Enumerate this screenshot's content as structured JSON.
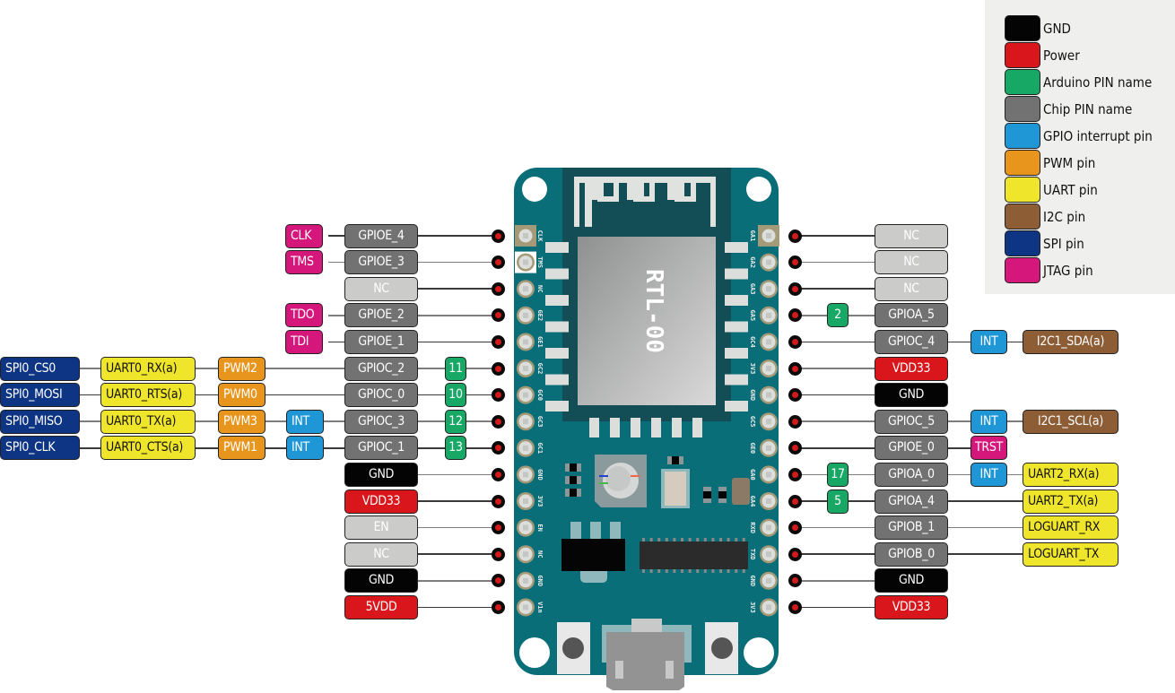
{
  "legend": [
    {
      "label": "GND",
      "color": "#050404"
    },
    {
      "label": "Power",
      "color": "#d9161b"
    },
    {
      "label": "Arduino PIN name",
      "color": "#18a866"
    },
    {
      "label": "Chip PIN name",
      "color": "#727272"
    },
    {
      "label": "GPIO interrupt pin",
      "color": "#1f96d5"
    },
    {
      "label": "PWM pin",
      "color": "#e8951e"
    },
    {
      "label": "UART pin",
      "color": "#efe52a"
    },
    {
      "label": "I2C pin",
      "color": "#8d5e36"
    },
    {
      "label": "SPI pin",
      "color": "#0d3584"
    },
    {
      "label": "JTAG pin",
      "color": "#d5177b"
    }
  ],
  "board": {
    "module_label": "RTL-00",
    "left_silk": [
      "CLK",
      "TMS",
      "NC",
      "GE2",
      "GE1",
      "GC2",
      "GC0",
      "GC3",
      "GC1",
      "GND",
      "3V3",
      "EN",
      "NC",
      "GND",
      "V1n"
    ],
    "right_silk": [
      "GA1",
      "GA2",
      "GA3",
      "GA5",
      "GC4",
      "3V3",
      "GND",
      "GC5",
      "GE0",
      "GA0",
      "GA4",
      "RXD",
      "TXD",
      "GND",
      "3V3"
    ]
  },
  "left_pins": [
    {
      "chip": "GPIOE_4",
      "chip_type": "chip",
      "jtag": "CLK"
    },
    {
      "chip": "GPIOE_3",
      "chip_type": "chip",
      "jtag": "TMS"
    },
    {
      "chip": "NC",
      "chip_type": "nc"
    },
    {
      "chip": "GPIOE_2",
      "chip_type": "chip",
      "jtag": "TDO"
    },
    {
      "chip": "GPIOE_1",
      "chip_type": "chip",
      "jtag": "TDI"
    },
    {
      "chip": "GPIOC_2",
      "chip_type": "chip",
      "arduino": "11",
      "pwm": "PWM2",
      "uart": "UART0_RX(a)",
      "spi": "SPI0_CS0"
    },
    {
      "chip": "GPIOC_0",
      "chip_type": "chip",
      "arduino": "10",
      "pwm": "PWM0",
      "uart": "UART0_RTS(a)",
      "spi": "SPI0_MOSI"
    },
    {
      "chip": "GPIOC_3",
      "chip_type": "chip",
      "arduino": "12",
      "int": "INT",
      "pwm": "PWM3",
      "uart": "UART0_TX(a)",
      "spi": "SPI0_MISO"
    },
    {
      "chip": "GPIOC_1",
      "chip_type": "chip",
      "arduino": "13",
      "int": "INT",
      "pwm": "PWM1",
      "uart": "UART0_CTS(a)",
      "spi": "SPI0_CLK"
    },
    {
      "chip": "GND",
      "chip_type": "gnd"
    },
    {
      "chip": "VDD33",
      "chip_type": "pwr"
    },
    {
      "chip": "EN",
      "chip_type": "nc"
    },
    {
      "chip": "NC",
      "chip_type": "nc"
    },
    {
      "chip": "GND",
      "chip_type": "gnd"
    },
    {
      "chip": "5VDD",
      "chip_type": "pwr"
    }
  ],
  "right_pins": [
    {
      "chip": "NC",
      "chip_type": "nc"
    },
    {
      "chip": "NC",
      "chip_type": "nc"
    },
    {
      "chip": "NC",
      "chip_type": "nc"
    },
    {
      "chip": "GPIOA_5",
      "chip_type": "chip",
      "arduino": "2"
    },
    {
      "chip": "GPIOC_4",
      "chip_type": "chip",
      "int": "INT",
      "i2c": "I2C1_SDA(a)"
    },
    {
      "chip": "VDD33",
      "chip_type": "pwr"
    },
    {
      "chip": "GND",
      "chip_type": "gnd"
    },
    {
      "chip": "GPIOC_5",
      "chip_type": "chip",
      "int": "INT",
      "i2c": "I2C1_SCL(a)"
    },
    {
      "chip": "GPIOE_0",
      "chip_type": "chip",
      "jtag": "TRST"
    },
    {
      "chip": "GPIOA_0",
      "chip_type": "chip",
      "arduino": "17",
      "int": "INT",
      "uart": "UART2_RX(a)"
    },
    {
      "chip": "GPIOA_4",
      "chip_type": "chip",
      "arduino": "5",
      "uart": "UART2_TX(a)"
    },
    {
      "chip": "GPIOB_1",
      "chip_type": "chip",
      "uart": "LOGUART_RX"
    },
    {
      "chip": "GPIOB_0",
      "chip_type": "chip",
      "uart": "LOGUART_TX"
    },
    {
      "chip": "GND",
      "chip_type": "gnd"
    },
    {
      "chip": "VDD33",
      "chip_type": "pwr"
    }
  ]
}
